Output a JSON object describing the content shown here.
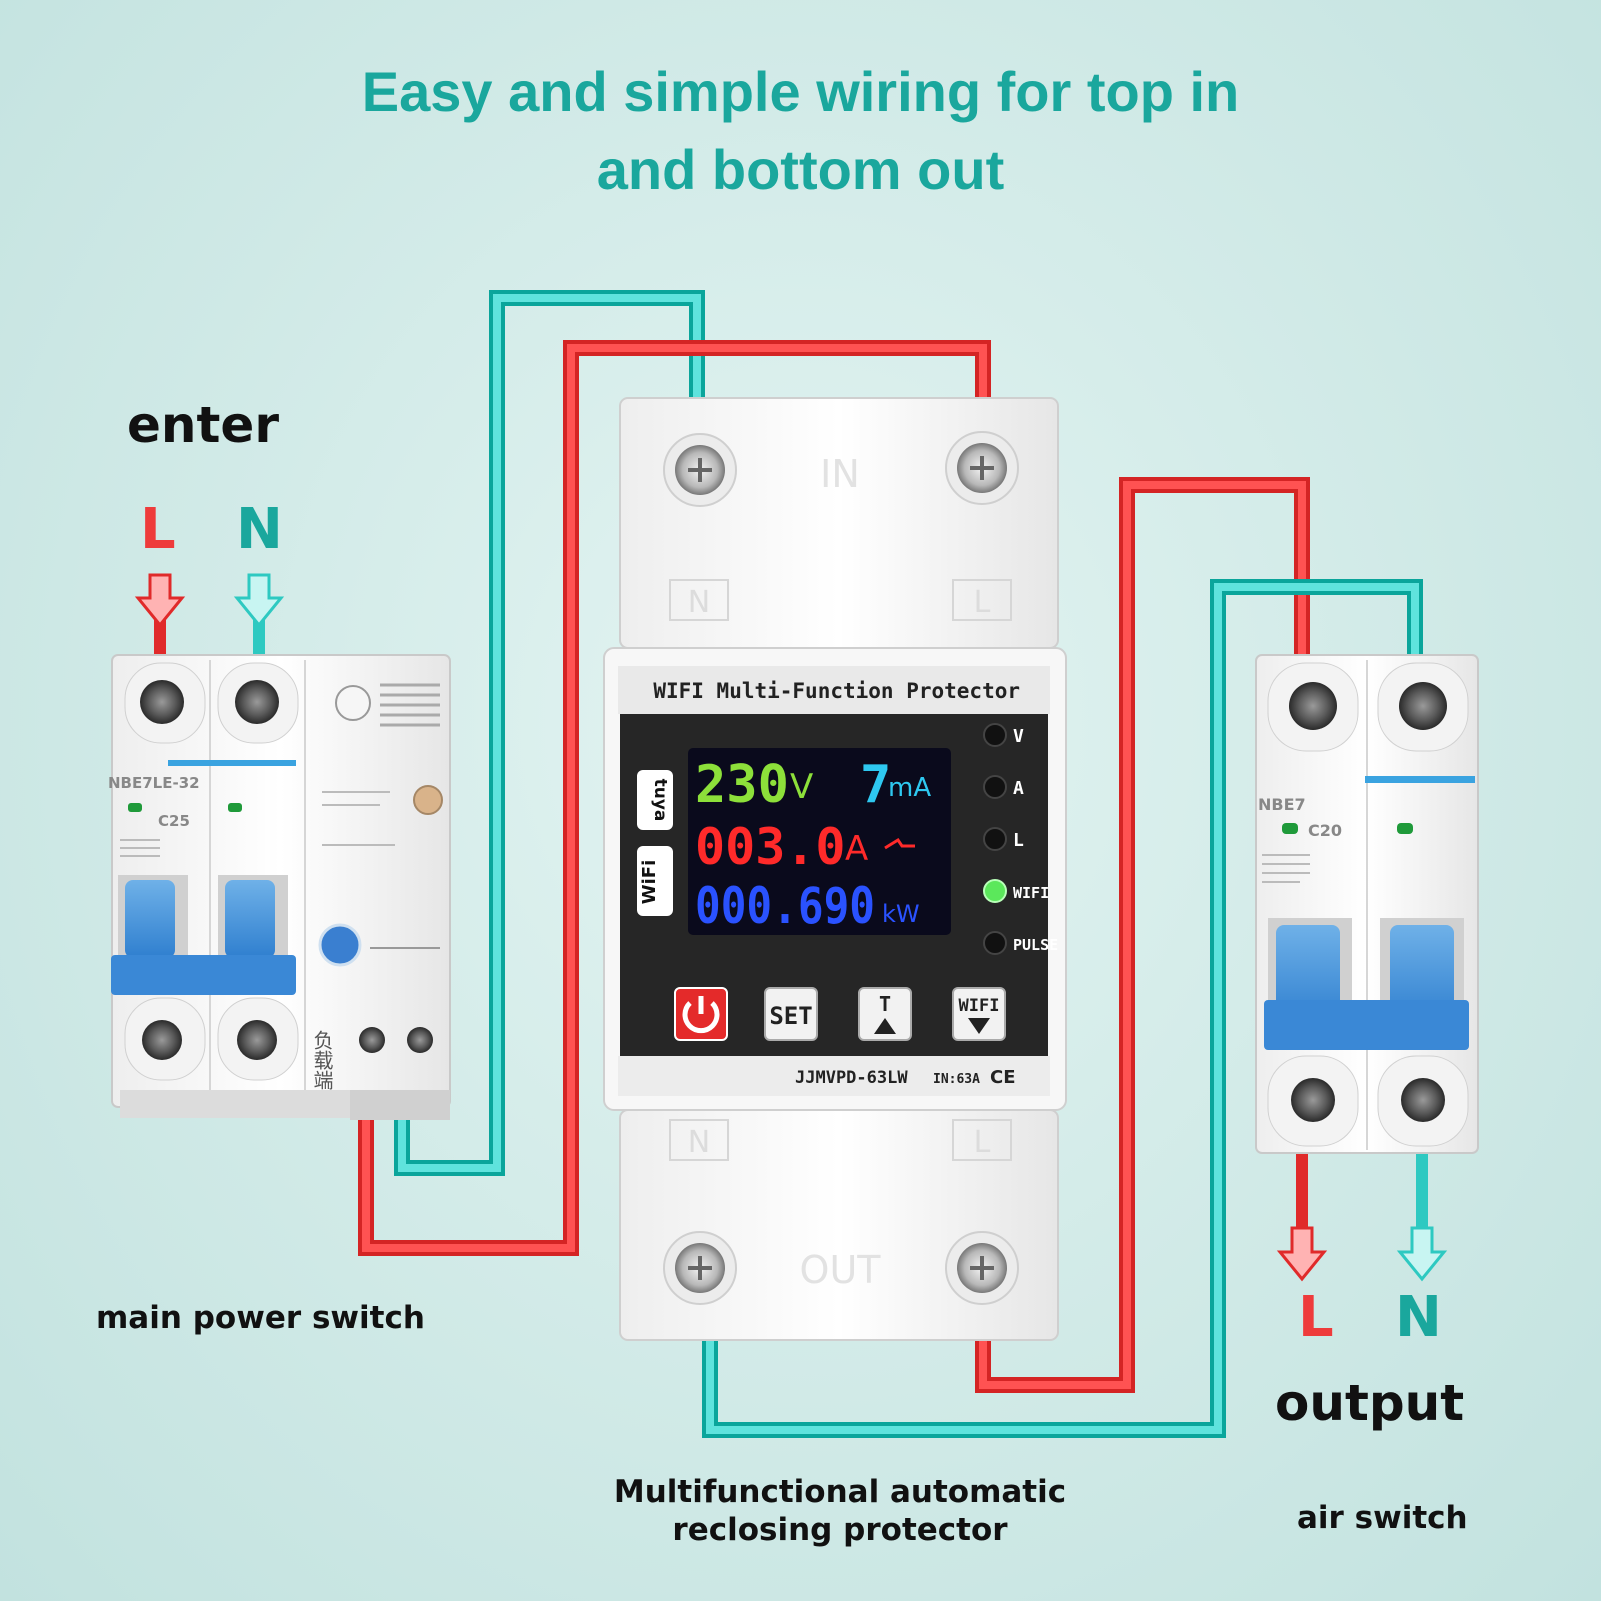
{
  "title": {
    "line1": "Easy and simple wiring for top in",
    "line2": "and bottom out"
  },
  "colors": {
    "live_wire": "#ee3b3b",
    "neutral_wire": "#3ed6d0",
    "title": "#1aa79d",
    "label": "#111111"
  },
  "input_side": {
    "heading": "enter",
    "live": "L",
    "neutral": "N",
    "device_label": "main power switch",
    "breaker_model": "NBE7LE-32",
    "breaker_rating": "C25",
    "load_mark": "负载端"
  },
  "output_side": {
    "heading": "output",
    "live": "L",
    "neutral": "N",
    "device_label": "air switch",
    "breaker_model": "NBE7",
    "breaker_rating": "C20"
  },
  "protector": {
    "label_line1": "Multifunctional automatic",
    "label_line2": "reclosing protector",
    "top_mark": "IN",
    "bottom_mark": "OUT",
    "terminal_n": "N",
    "terminal_l": "L",
    "panel_title": "WIFI Multi-Function Protector",
    "model": "JJMVPD-63LW",
    "rating": "IN:63A",
    "cert": "CE",
    "brand_tuya": "tuya",
    "brand_wifi": "WiFi",
    "display": {
      "voltage": "230",
      "voltage_unit": "V",
      "leakage": "7",
      "leakage_unit": "mA",
      "current": "003.0",
      "current_unit": "A",
      "power": "000.690",
      "power_unit": "kW"
    },
    "indicators": [
      "V",
      "A",
      "L",
      "WIFI",
      "PULSE"
    ],
    "active_indicator": "WIFI",
    "buttons": {
      "power": "power-icon",
      "set": "SET",
      "up": "T",
      "wifi": "WIFI"
    }
  }
}
